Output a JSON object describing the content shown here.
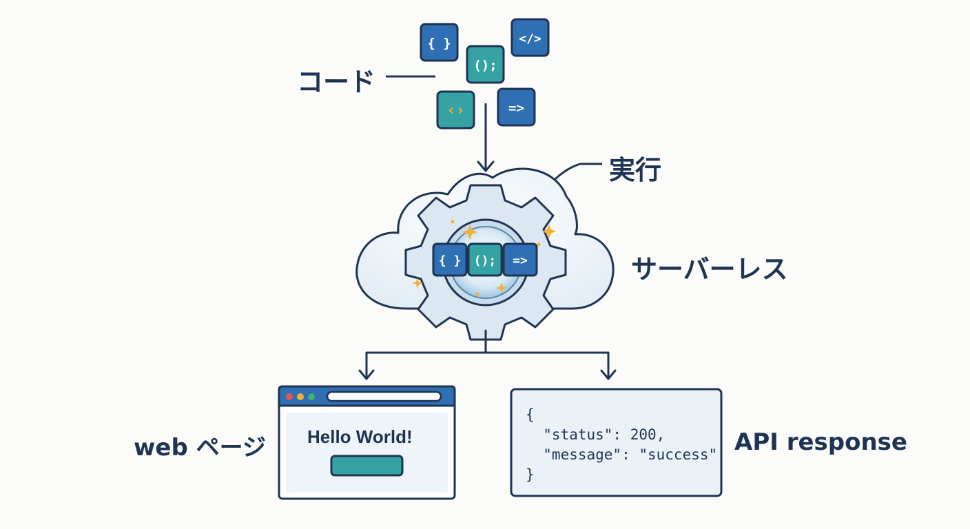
{
  "labels": {
    "code": "コード",
    "execute": "実行",
    "serverless": "サーバーレス",
    "web_page": "web ページ",
    "api_response": "API response"
  },
  "code_chips": [
    {
      "symbol": "{ }",
      "color": "#2f6fb3"
    },
    {
      "symbol": "</>",
      "color": "#2f6fb3"
    },
    {
      "symbol": "();",
      "color": "#35a3a3"
    },
    {
      "symbol": "‹›",
      "color": "#35a3a3"
    },
    {
      "symbol": "=>",
      "color": "#2f6fb3"
    }
  ],
  "gear_chips": [
    "{ }",
    "();",
    "=>"
  ],
  "browser": {
    "content_text": "Hello World!",
    "window_dots": [
      "#e8564b",
      "#f2b233",
      "#3fb56b"
    ]
  },
  "api": {
    "lines": [
      "{",
      "  \"status\": 200,",
      "  \"message\": \"success\"",
      "}"
    ]
  },
  "colors": {
    "navy": "#1f3352",
    "blue": "#2f6fb3",
    "teal": "#35a3a3",
    "sparkle": "#f2b233"
  }
}
